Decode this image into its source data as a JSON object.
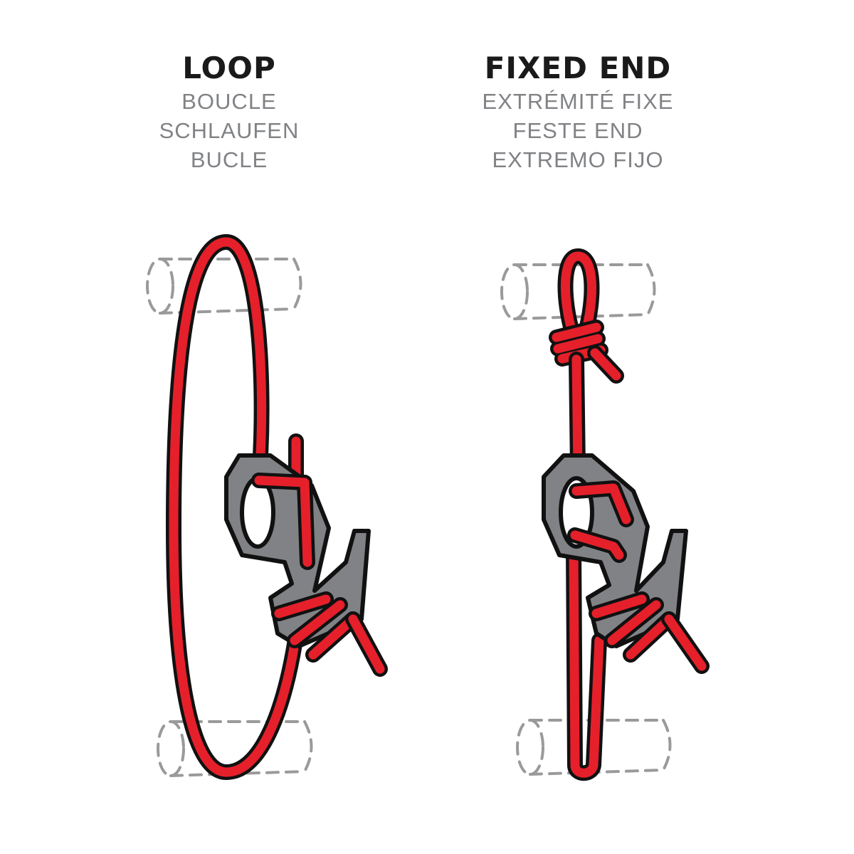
{
  "loop": {
    "title": "LOOP",
    "translations": [
      "BOUCLE",
      "SCHLAUFEN",
      "BUCLE"
    ]
  },
  "fixed_end": {
    "title": "FIXED END",
    "translations": [
      "EXTRÉMITÉ FIXE",
      "FESTE END",
      "EXTREMO FIJO"
    ]
  },
  "colors": {
    "rope": "#e5202b",
    "outline": "#111111",
    "device": "#818285",
    "anchor_dash": "#9a9a9a"
  }
}
